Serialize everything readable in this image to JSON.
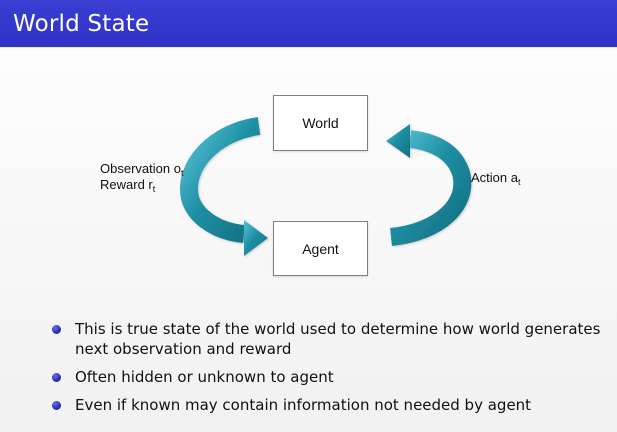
{
  "slide": {
    "title": "World State",
    "colors": {
      "title_bar": "#3033c8",
      "arrow": "#1f8fa3",
      "bullet": "#2d30b8"
    }
  },
  "diagram": {
    "world_box_label": "World",
    "agent_box_label": "Agent",
    "observation_label": "Observation o",
    "observation_sub": "t",
    "reward_label": "Reward r",
    "reward_sub": "t",
    "action_label": "Action a",
    "action_sub": "t"
  },
  "bullets": [
    "This is true state of the world used to determine how world generates next observation and reward",
    "Often hidden or unknown to agent",
    "Even if known may contain information not needed by agent"
  ]
}
